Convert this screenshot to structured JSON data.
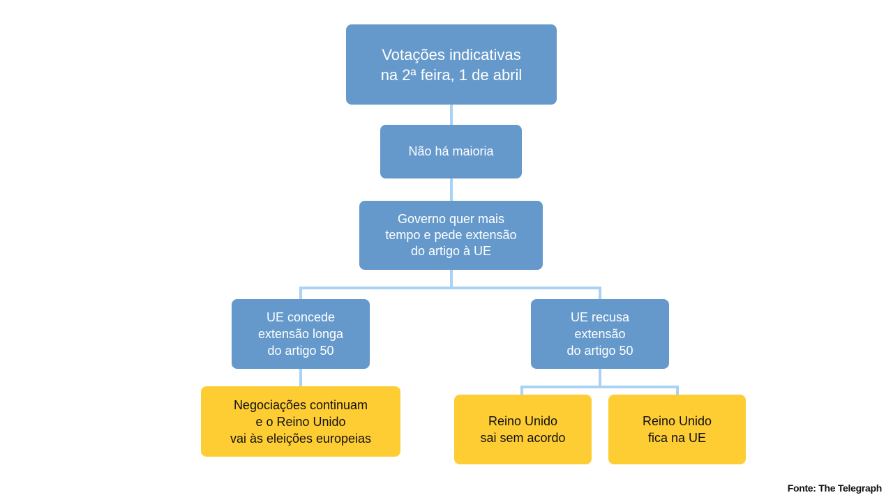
{
  "flowchart": {
    "root": "Votações indicativas\nna 2ª feira, 1 de abril",
    "no_majority": "Não há maioria",
    "government": "Governo quer mais\ntempo e pede extensão\ndo artigo à UE",
    "eu_grants": "UE concede\nextensão longa\ndo artigo 50",
    "eu_refuses": "UE recusa\nextensão\ndo artigo 50",
    "negotiations": "Negociações continuam\ne o Reino Unido\nvai às eleições europeias",
    "no_deal": "Reino Unido\nsai sem acordo",
    "stays": "Reino Unido\nfica na UE"
  },
  "source": "Fonte: The Telegraph",
  "colors": {
    "box_blue": "#6599cc",
    "box_yellow": "#fecd34",
    "connector": "#a9d2f4",
    "text_light": "#ffffff",
    "text_dark": "#111111"
  }
}
